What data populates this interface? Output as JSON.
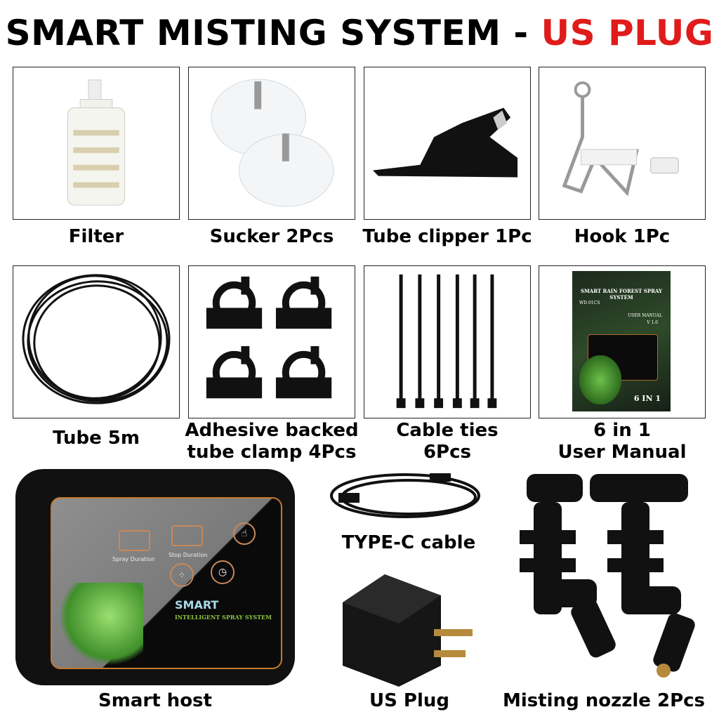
{
  "title": {
    "main": "SMART MISTING SYSTEM - ",
    "highlight": "US PLUG",
    "highlight_color": "#e01b1b"
  },
  "items": [
    {
      "label": "Filter",
      "icon": "filter-icon"
    },
    {
      "label": "Sucker 2Pcs",
      "icon": "suction-cup-icon"
    },
    {
      "label": "Tube clipper 1Pc",
      "icon": "tube-cutter-icon"
    },
    {
      "label": "Hook 1Pc",
      "icon": "hook-icon"
    },
    {
      "label": "Tube 5m",
      "icon": "tube-coil-icon"
    },
    {
      "label_line1": "Adhesive backed",
      "label_line2": "tube clamp 4Pcs",
      "icon": "tube-clamp-icon"
    },
    {
      "label_line1": "Cable ties",
      "label_line2": "6Pcs",
      "icon": "cable-tie-icon"
    },
    {
      "label_line1": "6 in 1",
      "label_line2": "User Manual",
      "icon": "manual-icon"
    },
    {
      "label": "Smart host",
      "icon": "controller-icon"
    },
    {
      "label": "TYPE-C cable",
      "icon": "usb-cable-icon"
    },
    {
      "label": "US Plug",
      "icon": "power-adapter-icon"
    },
    {
      "label": "Misting nozzle 2Pcs",
      "icon": "nozzle-icon"
    }
  ],
  "manual": {
    "title": "SMART RAIN FOREST SPRAY SYSTEM",
    "model": "WD-01CS",
    "subtitle": "USER MANUAL",
    "version": "V 1.0",
    "badge": "6 IN 1"
  },
  "host": {
    "spray_label": "Spray Duration",
    "stop_label": "Stop Duration",
    "brand": "SMART",
    "tagline": "INTELLIGENT SPRAY SYSTEM"
  }
}
